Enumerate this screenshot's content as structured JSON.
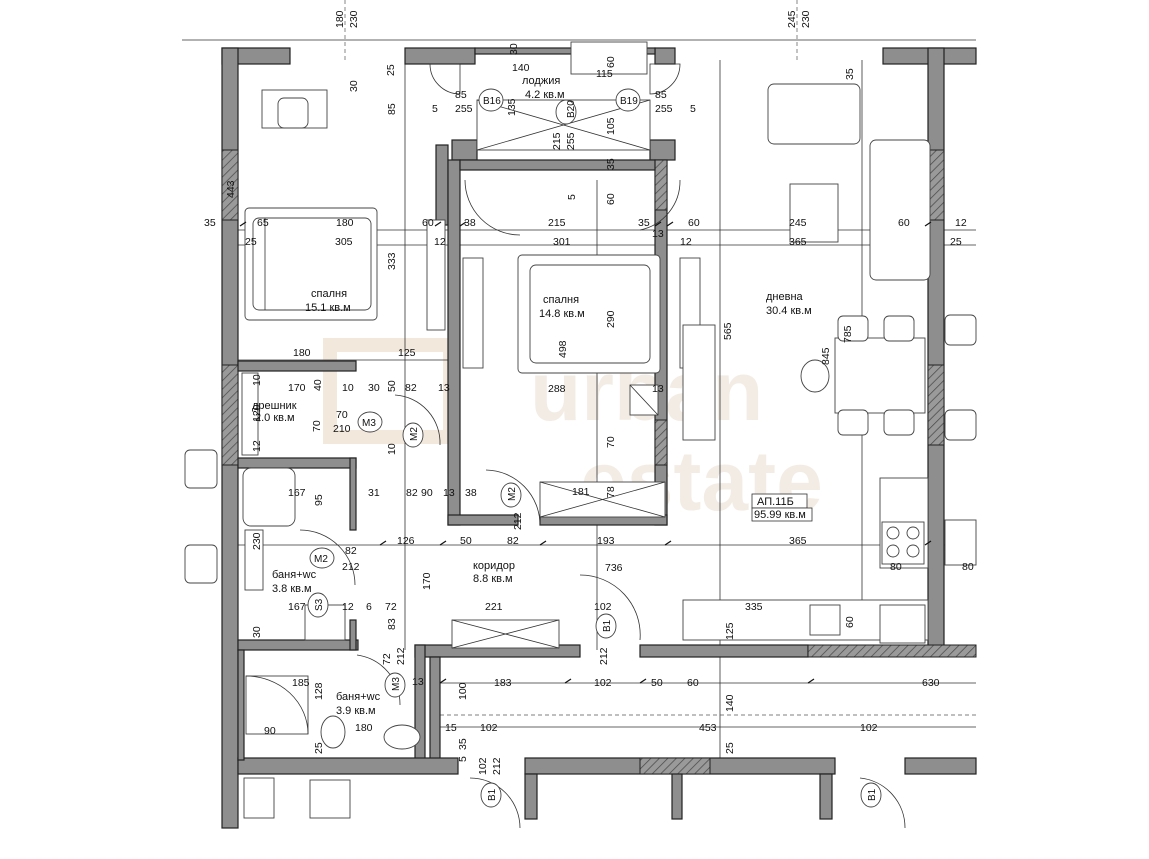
{
  "rooms": {
    "bedroom1": {
      "name": "спалня",
      "area": "15.1 кв.м"
    },
    "bedroom2": {
      "name": "спалня",
      "area": "14.8 кв.м"
    },
    "living": {
      "name": "дневна",
      "area": "30.4 кв.м"
    },
    "loggia": {
      "name": "лоджия",
      "area": "4.2 кв.м"
    },
    "wardrobe": {
      "name": "дрешник",
      "area": "2.0 кв.м"
    },
    "bath1": {
      "name": "баня+wc",
      "area": "3.8 кв.м"
    },
    "bath2": {
      "name": "баня+wc",
      "area": "3.9 кв.м"
    },
    "corridor": {
      "name": "коридор",
      "area": "8.8 кв.м"
    }
  },
  "apartment": {
    "id": "АП.11Б",
    "area": "95.99 кв.м"
  },
  "tags": {
    "b16": "B16",
    "b19": "B19",
    "b20": "B20",
    "m2a": "M2",
    "m2b": "M2",
    "m2c": "M2",
    "m3a": "M3",
    "m3b": "M3",
    "s3": "S3",
    "v1a": "B1",
    "v1b": "B1",
    "v1c": "B1"
  },
  "dimensions": {
    "top": [
      "180",
      "230",
      "245",
      "230",
      "30",
      "140",
      "60",
      "115",
      "30",
      "25",
      "35"
    ],
    "loggia": [
      "85",
      "255",
      "5",
      "135",
      "215",
      "255",
      "105",
      "85",
      "255",
      "5",
      "35"
    ],
    "bedroom1": [
      "443",
      "35",
      "65",
      "180",
      "60",
      "25",
      "305",
      "12",
      "333",
      "85",
      "180",
      "125"
    ],
    "bedroom2": [
      "38",
      "215",
      "35",
      "301",
      "12",
      "290",
      "498",
      "288",
      "13",
      "70",
      "181",
      "78",
      "5",
      "60",
      "13"
    ],
    "living": [
      "60",
      "245",
      "60",
      "365",
      "12",
      "565",
      "785",
      "845",
      "25"
    ],
    "wardrobe": [
      "170",
      "40",
      "10",
      "30",
      "82",
      "13",
      "10",
      "120",
      "70",
      "210",
      "70",
      "12",
      "10",
      "50"
    ],
    "bath1": [
      "167",
      "95",
      "31",
      "82",
      "90",
      "13",
      "38",
      "230",
      "212",
      "167",
      "12",
      "6",
      "72",
      "83",
      "30"
    ],
    "corridor": [
      "126",
      "50",
      "82",
      "193",
      "365",
      "736",
      "170",
      "221",
      "102",
      "335",
      "125",
      "60",
      "80",
      "80",
      "82",
      "212"
    ],
    "lower": [
      "185",
      "128",
      "90",
      "180",
      "15",
      "35",
      "5",
      "102",
      "72",
      "212",
      "13",
      "100",
      "183",
      "102",
      "50",
      "60",
      "630",
      "140",
      "453",
      "102",
      "212",
      "25",
      "25",
      "102",
      "212"
    ]
  },
  "colors": {
    "wall": "#8e8e8e",
    "wall_dark": "#6e6e6e",
    "line": "#222222",
    "watermark": "#f2ebe2"
  },
  "watermark": {
    "line1": "urban",
    "line2": "estate"
  }
}
